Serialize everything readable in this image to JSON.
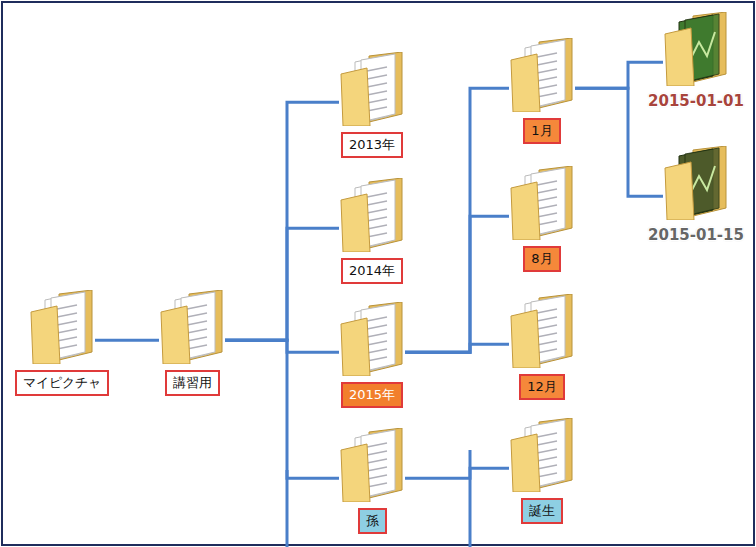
{
  "diagram": {
    "nodes": [
      {
        "text": [
          "マイピクチャ"
        ]
      },
      {
        "text": [
          "講習用"
        ]
      },
      {
        "text": [
          "2013年"
        ]
      },
      {
        "text": [
          "2014年"
        ]
      },
      {
        "text": [
          "2015年"
        ]
      },
      {
        "text": [
          "孫"
        ]
      },
      {
        "text": [
          "1月"
        ]
      },
      {
        "text": [
          "8月"
        ]
      },
      {
        "text": [
          "12月"
        ]
      },
      {
        "text": [
          "誕生"
        ]
      },
      {
        "text": [
          "2015-01-01"
        ]
      },
      {
        "text": [
          "2015-01-15"
        ]
      }
    ],
    "edges": [
      {
        "from": 0,
        "to": 1,
        "arrow": "none"
      },
      {
        "from": 1,
        "to": 2,
        "arrow": "none"
      },
      {
        "from": 1,
        "to": 3,
        "arrow": "none"
      },
      {
        "from": 1,
        "to": 4,
        "arrow": "none"
      },
      {
        "from": 1,
        "to": 5,
        "arrow": "none"
      },
      {
        "from": 4,
        "to": 6,
        "arrow": "none"
      },
      {
        "from": 4,
        "to": 7,
        "arrow": "none"
      },
      {
        "from": 4,
        "to": 8,
        "arrow": "none"
      },
      {
        "from": 5,
        "to": 9,
        "arrow": "none"
      },
      {
        "from": 6,
        "to": 10,
        "arrow": "none"
      },
      {
        "from": 6,
        "to": 11,
        "arrow": "none"
      }
    ]
  }
}
